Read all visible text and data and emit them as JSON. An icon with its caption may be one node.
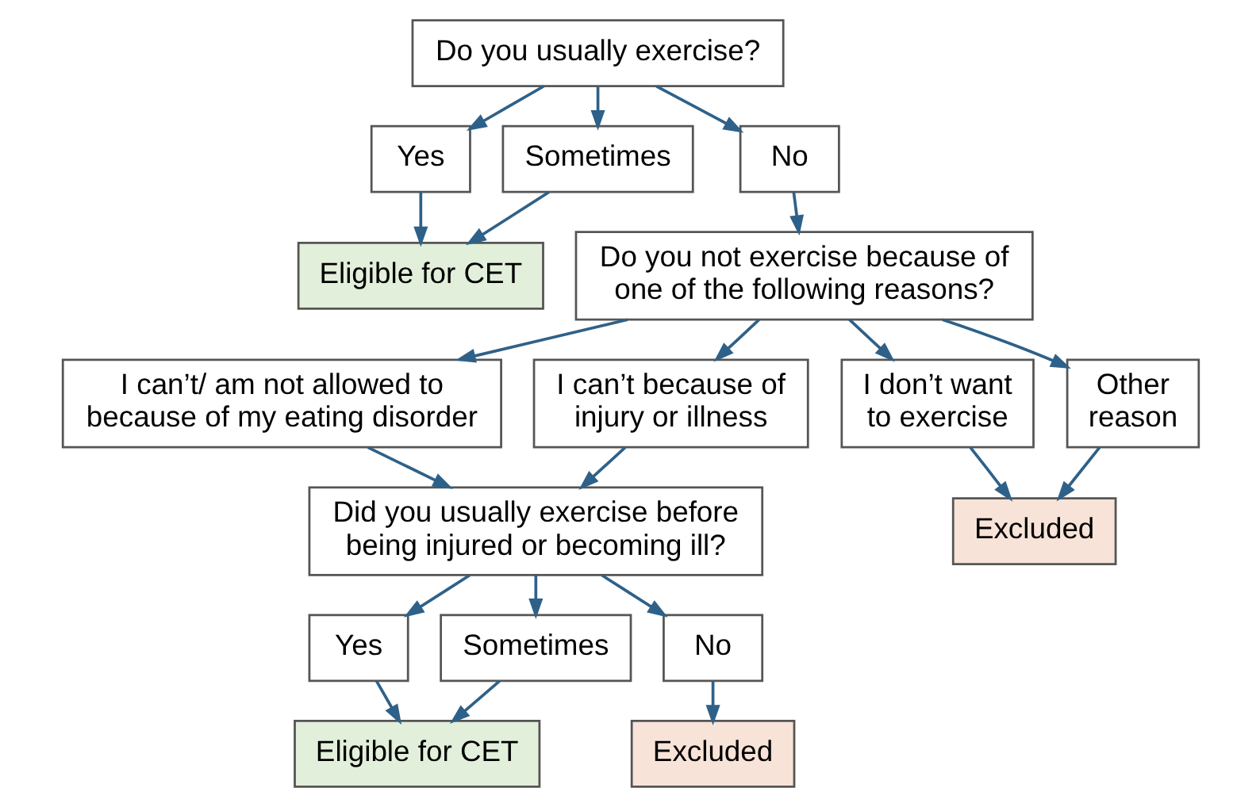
{
  "diagram": {
    "nodes": [
      {
        "text": [
          "Do you usually exercise?"
        ]
      },
      {
        "text": [
          "Yes"
        ]
      },
      {
        "text": [
          "Sometimes"
        ]
      },
      {
        "text": [
          "No"
        ]
      },
      {
        "text": [
          "Eligible for CET"
        ]
      },
      {
        "text": [
          "Do you not exercise because of one of the following reasons?"
        ]
      },
      {
        "text": [
          "I can’t/ am not allowed to because of my eating disorder"
        ]
      },
      {
        "text": [
          "I can’t because of injury or illness"
        ]
      },
      {
        "text": [
          "I don’t want to exercise"
        ]
      },
      {
        "text": [
          "Other reason"
        ]
      },
      {
        "text": [
          "Excluded"
        ]
      },
      {
        "text": [
          "Did you usually exercise before being injured or becoming ill?"
        ]
      },
      {
        "text": [
          "Yes"
        ]
      },
      {
        "text": [
          "Sometimes"
        ]
      },
      {
        "text": [
          "No"
        ]
      },
      {
        "text": [
          "Eligible for CET"
        ]
      },
      {
        "text": [
          "Excluded"
        ]
      }
    ],
    "edges": [
      {
        "from": 0,
        "to": 1,
        "arrow": "to"
      },
      {
        "from": 0,
        "to": 2,
        "arrow": "to"
      },
      {
        "from": 0,
        "to": 3,
        "arrow": "to"
      },
      {
        "from": 1,
        "to": 4,
        "arrow": "to"
      },
      {
        "from": 2,
        "to": 4,
        "arrow": "to"
      },
      {
        "from": 3,
        "to": 5,
        "arrow": "to"
      },
      {
        "from": 5,
        "to": 6,
        "arrow": "to"
      },
      {
        "from": 5,
        "to": 7,
        "arrow": "to"
      },
      {
        "from": 5,
        "to": 8,
        "arrow": "to"
      },
      {
        "from": 5,
        "to": 9,
        "arrow": "to"
      },
      {
        "from": 8,
        "to": 10,
        "arrow": "to"
      },
      {
        "from": 9,
        "to": 10,
        "arrow": "to"
      },
      {
        "from": 6,
        "to": 11,
        "arrow": "to"
      },
      {
        "from": 7,
        "to": 11,
        "arrow": "to"
      },
      {
        "from": 11,
        "to": 12,
        "arrow": "to"
      },
      {
        "from": 11,
        "to": 13,
        "arrow": "to"
      },
      {
        "from": 11,
        "to": 14,
        "arrow": "to"
      },
      {
        "from": 12,
        "to": 15,
        "arrow": "to"
      },
      {
        "from": 13,
        "to": 15,
        "arrow": "to"
      },
      {
        "from": 14,
        "to": 16,
        "arrow": "to"
      }
    ]
  }
}
